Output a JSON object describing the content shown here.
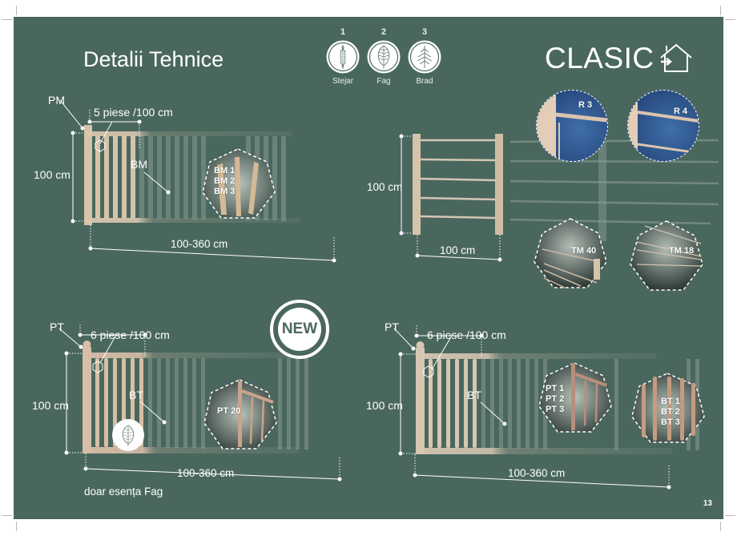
{
  "page": {
    "title": "Detalii Tehnice",
    "collection": "CLASIC",
    "page_number": "13",
    "background_color": "#4a675e"
  },
  "wood_species": [
    {
      "number": "1",
      "label": "Stejar",
      "icon": "oak-leaf-icon"
    },
    {
      "number": "2",
      "label": "Fag",
      "icon": "beech-leaf-icon"
    },
    {
      "number": "3",
      "label": "Brad",
      "icon": "fir-leaf-icon"
    }
  ],
  "panels": {
    "bm": {
      "post_label": "PM",
      "spacing_label": "5 piese /100 cm",
      "height_label": "100 cm",
      "baluster_label": "BM",
      "length_label": "100-360 cm",
      "detail_codes": [
        "BM 1",
        "BM 2",
        "BM 3"
      ]
    },
    "rail": {
      "height_label": "100 cm",
      "width_label": "100 cm",
      "details": [
        {
          "code": "R 3",
          "shape": "circle"
        },
        {
          "code": "R 4",
          "shape": "circle"
        },
        {
          "code": "TM 40",
          "shape": "heptagon"
        },
        {
          "code": "TM 18",
          "shape": "heptagon"
        }
      ]
    },
    "pt_new": {
      "badge": "NEW",
      "post_label": "PT",
      "spacing_label": "6 piese /100 cm",
      "height_label": "100 cm",
      "baluster_label": "BT",
      "length_label": "100-360 cm",
      "detail_codes": [
        "PT 20"
      ],
      "note": "doar esența Fag",
      "note_icon": "beech-leaf-icon"
    },
    "pt": {
      "post_label": "PT",
      "spacing_label": "6 piese /100 cm",
      "height_label": "100 cm",
      "baluster_label": "BT",
      "length_label": "100-360 cm",
      "detail_codes_post": [
        "PT 1",
        "PT 2",
        "PT 3"
      ],
      "detail_codes_baluster": [
        "BT 1",
        "BT 2",
        "BT 3"
      ]
    }
  }
}
